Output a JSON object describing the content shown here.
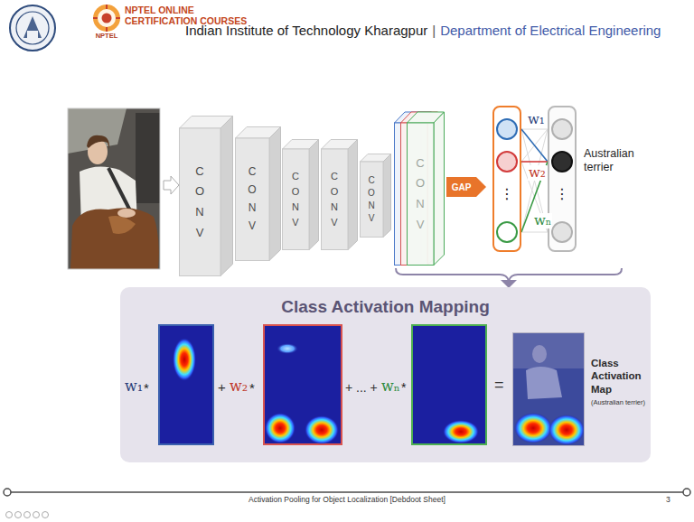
{
  "diagram": {
    "nodes": [
      {
        "text": [
          "CONV"
        ]
      },
      {
        "text": [
          "CONV"
        ]
      },
      {
        "text": [
          "CONV"
        ]
      },
      {
        "text": [
          "CONV"
        ]
      },
      {
        "text": [
          "CONV"
        ]
      },
      {
        "text": [
          "CONV"
        ]
      },
      {
        "text": [
          "GAP"
        ]
      },
      {
        "text": [
          "⋮"
        ]
      },
      {
        "text": [
          "⋮",
          "Australian terrier"
        ]
      },
      {
        "text": [
          "Class Activation Mapping"
        ]
      },
      {
        "text": [
          "Class Activation Map",
          "(Australian terrier)"
        ],
        "in": 9
      }
    ],
    "edges": [
      {
        "from": 7,
        "to": 8,
        "label": "w₁",
        "arrow": "none"
      },
      {
        "from": 7,
        "to": 8,
        "label": "w₂",
        "arrow": "none"
      },
      {
        "from": 7,
        "to": 8,
        "label": "wₙ",
        "arrow": "none"
      }
    ],
    "labels": [
      "NPTEL ONLINE",
      "CERTIFICATION COURSES",
      "NPTEL",
      "Indian Institute of Technology Kharagpur",
      "|",
      "Department of Electrical Engineering",
      "w₁",
      "*",
      "+",
      "w₂",
      "*",
      "+ ... +",
      "wₙ",
      "*",
      "=",
      "Activation Pooling for Object Localization [Debdoot Sheet]",
      "3"
    ]
  }
}
